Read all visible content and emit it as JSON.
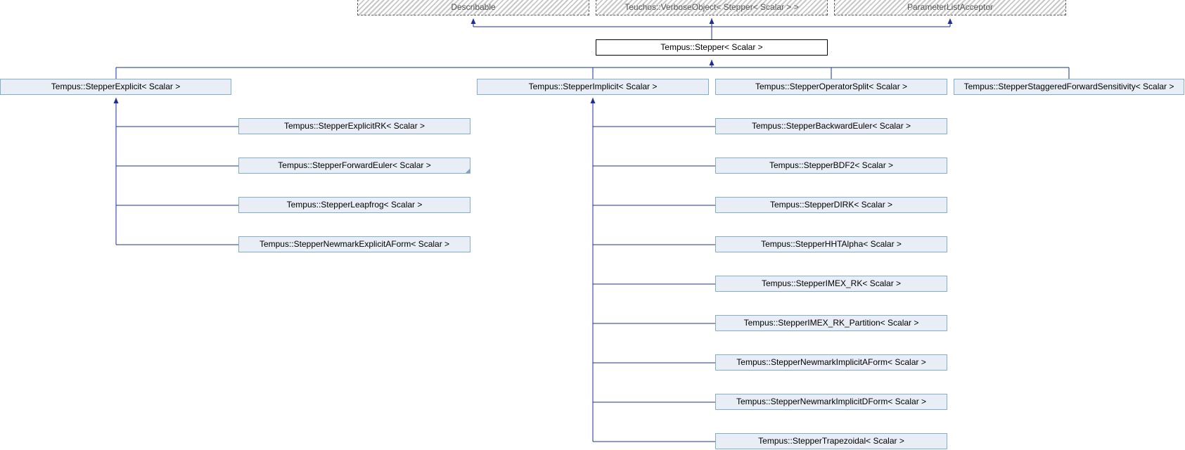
{
  "colors": {
    "edge": "#1f2d9a",
    "node_fill": "#e8edf6",
    "node_border": "#84b0c7"
  },
  "nodes": {
    "describable": "Describable",
    "verbose_object": "Teuchos::VerboseObject< Stepper< Scalar > >",
    "parameter_list_acceptor": "ParameterListAcceptor",
    "stepper": "Tempus::Stepper< Scalar >",
    "stepper_explicit": "Tempus::StepperExplicit< Scalar >",
    "stepper_implicit": "Tempus::StepperImplicit< Scalar >",
    "stepper_operator_split": "Tempus::StepperOperatorSplit< Scalar >",
    "stepper_staggered_forward_sensitivity": "Tempus::StepperStaggeredForwardSensitivity< Scalar >",
    "stepper_explicit_rk": "Tempus::StepperExplicitRK< Scalar >",
    "stepper_forward_euler": "Tempus::StepperForwardEuler< Scalar >",
    "stepper_leapfrog": "Tempus::StepperLeapfrog< Scalar >",
    "stepper_newmark_explicit_aform": "Tempus::StepperNewmarkExplicitAForm< Scalar >",
    "stepper_backward_euler": "Tempus::StepperBackwardEuler< Scalar >",
    "stepper_bdf2": "Tempus::StepperBDF2< Scalar >",
    "stepper_dirk": "Tempus::StepperDIRK< Scalar >",
    "stepper_hht_alpha": "Tempus::StepperHHTAlpha< Scalar >",
    "stepper_imex_rk": "Tempus::StepperIMEX_RK< Scalar >",
    "stepper_imex_rk_partition": "Tempus::StepperIMEX_RK_Partition< Scalar >",
    "stepper_newmark_implicit_aform": "Tempus::StepperNewmarkImplicitAForm< Scalar >",
    "stepper_newmark_implicit_dform": "Tempus::StepperNewmarkImplicitDForm< Scalar >",
    "stepper_trapezoidal": "Tempus::StepperTrapezoidal< Scalar >"
  }
}
